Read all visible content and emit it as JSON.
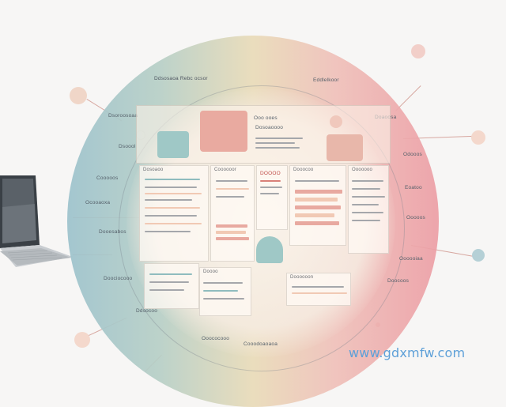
{
  "header": {
    "title_line": "Ddsosaoa Rebc ocsor",
    "right_tag": "Eddlelkoor"
  },
  "left_labels": [
    "Dsoroosoaa",
    "Dsoool",
    "Cooooos",
    "Ocooaoxa",
    "Doociocooo",
    "Ddsocoo",
    "Dooesabos"
  ],
  "right_labels": [
    "Doaoosa",
    "Odooos",
    "Eoatoo",
    "Ooooos",
    "Oooooiaa",
    "Doocoos"
  ],
  "bottom_labels": [
    "Ooococooo",
    "Cooodoaoaoa"
  ],
  "dashboard": {
    "top_title": "Ooo ooes",
    "top_title2": "Dosoaoooo",
    "sub_title": "Dooocoo",
    "panel_heads": [
      "Dosoaoo",
      "Coooooor",
      "Ooooooo",
      "Doooo",
      "Doooooon"
    ],
    "tile_label": "DOOOO"
  },
  "brand": "www.gdxmfw.com",
  "colors": {
    "teal": "#9cc2cc",
    "sand": "#e9dbb8",
    "rose": "#ec9ea5",
    "link_blue": "#5ea0d8"
  }
}
